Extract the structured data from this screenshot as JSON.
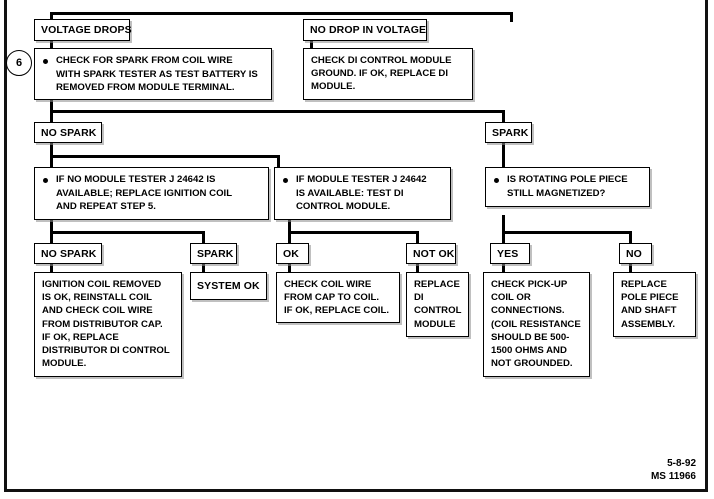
{
  "page": {
    "step_marker": "6",
    "footer": {
      "date": "5-8-92",
      "code": "MS 11966"
    }
  },
  "nodes": {
    "voltage_drops": {
      "label": "VOLTAGE DROPS"
    },
    "no_drop_in_voltage": {
      "label": "NO DROP IN VOLTAGE"
    },
    "step6_action": {
      "line1": "CHECK FOR SPARK FROM COIL WIRE",
      "line2": "WITH SPARK TESTER AS TEST BATTERY IS",
      "line3": "REMOVED FROM MODULE TERMINAL."
    },
    "check_di_ground": {
      "line1": "CHECK DI CONTROL MODULE",
      "line2": "GROUND.  IF OK, REPLACE DI",
      "line3": "MODULE."
    },
    "no_spark_1": {
      "label": "NO SPARK"
    },
    "spark_1": {
      "label": "SPARK"
    },
    "no_tester_action": {
      "line1": "IF NO MODULE TESTER J 24642 IS",
      "line2": "AVAILABLE;  REPLACE IGNITION COIL",
      "line3": "AND REPEAT STEP 5."
    },
    "tester_action": {
      "line1": "IF MODULE TESTER J 24642",
      "line2": "IS AVAILABLE: TEST DI",
      "line3": "CONTROL MODULE."
    },
    "pole_piece_question": {
      "line1": "IS ROTATING POLE PIECE",
      "line2": "STILL MAGNETIZED?"
    },
    "no_spark_2": {
      "label": "NO SPARK"
    },
    "spark_2": {
      "label": "SPARK"
    },
    "ok": {
      "label": "OK"
    },
    "not_ok": {
      "label": "NOT OK"
    },
    "yes": {
      "label": "YES"
    },
    "no": {
      "label": "NO"
    },
    "ignition_coil_result": {
      "line1": "IGNITION COIL REMOVED",
      "line2": "IS OK, REINSTALL COIL",
      "line3": "AND CHECK COIL WIRE",
      "line4": "FROM DISTRIBUTOR CAP.",
      "line5": "IF OK, REPLACE",
      "line6": "DISTRIBUTOR  DI CONTROL",
      "line7": "MODULE."
    },
    "system_ok": {
      "label": "SYSTEM OK"
    },
    "check_coil_wire": {
      "line1": "CHECK COIL WIRE",
      "line2": "FROM CAP TO COIL.",
      "line3": "IF OK, REPLACE COIL."
    },
    "replace_di_module": {
      "line1": "REPLACE",
      "line2": "DI",
      "line3": "CONTROL",
      "line4": "MODULE"
    },
    "check_pickup_coil": {
      "line1": "CHECK PICK-UP",
      "line2": "COIL OR",
      "line3": "CONNECTIONS.",
      "line4": "(COIL RESISTANCE",
      "line5": "SHOULD BE 500-",
      "line6": "1500 OHMS AND",
      "line7": "NOT GROUNDED."
    },
    "replace_pole_piece": {
      "line1": "REPLACE",
      "line2": "POLE PIECE",
      "line3": "AND SHAFT",
      "line4": "ASSEMBLY."
    }
  },
  "colors": {
    "ink": "#000000",
    "paper": "#ffffff",
    "shadow": "#8c8c8c"
  }
}
